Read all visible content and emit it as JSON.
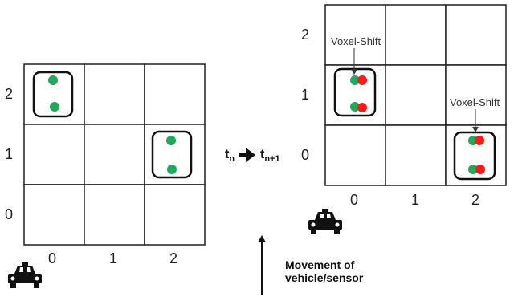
{
  "left_grid": {
    "row_labels": [
      "2",
      "1",
      "0"
    ],
    "col_labels": [
      "0",
      "1",
      "2"
    ]
  },
  "right_grid": {
    "row_labels": [
      "2",
      "1",
      "0"
    ],
    "col_labels": [
      "0",
      "1",
      "2"
    ],
    "annotations": [
      "Voxel-Shift",
      "Voxel-Shift"
    ]
  },
  "transition": {
    "from": "t",
    "from_sub": "n",
    "to": "t",
    "to_sub": "n+1"
  },
  "movement_note": {
    "line1": "Movement of",
    "line2": "vehicle/sensor"
  },
  "colors": {
    "green_point": "#1faa59",
    "red_point": "#ff1a1a",
    "grid_line": "#1f1f1f"
  },
  "icons": [
    "car-icon",
    "arrow-right-icon",
    "arrow-up-icon"
  ]
}
